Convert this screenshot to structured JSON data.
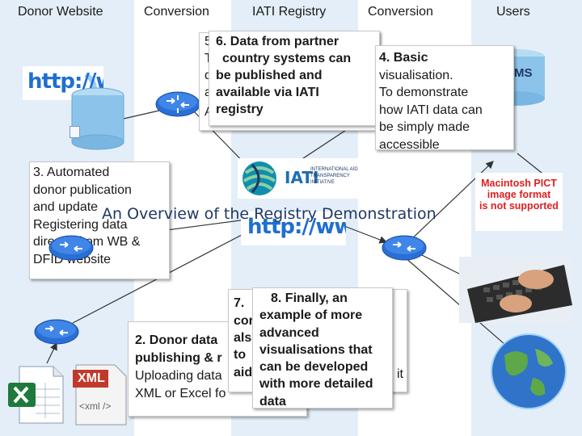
{
  "columns": [
    {
      "header": "Donor Website"
    },
    {
      "header": "Conversion"
    },
    {
      "header": "IATI Registry"
    },
    {
      "header": "Conversion"
    },
    {
      "header": "Users"
    }
  ],
  "title": "An Overview of the Registry Demonstration",
  "steps": {
    "s2": {
      "line1": "2. Donor data",
      "line2": "publishing & r",
      "line3": "Uploading data",
      "line4": "XML or Excel fo"
    },
    "s3": {
      "line1": "3. Automated",
      "line2": "donor publication",
      "line3": "and update",
      "line4": "Registering data",
      "line5": "directly from WB &",
      "line6": "DFID website"
    },
    "s4": {
      "line1": "4. Basic",
      "line2": "visualisation.",
      "line3": "To demonstrate",
      "line4": "how IATI data can",
      "line5": "be simply made",
      "line6": "accessible"
    },
    "s5": {
      "line1": "5",
      "line2": "T",
      "line3": "d",
      "line4": "a",
      "line5": "A"
    },
    "s6": {
      "line1": "6. Data from partner",
      "line2": "country systems can",
      "line3": "be published and",
      "line4": "available via IATI",
      "line5": "registry"
    },
    "s7": {
      "line1": "7.",
      "line2": "cor",
      "line3": "als",
      "line4": "to",
      "line5": "aid",
      "tail": "it"
    },
    "s8": {
      "line1": "8. Finally, an",
      "line2": "example of more",
      "line3": "advanced",
      "line4": "visualisations that",
      "line5": "can be developed",
      "line6": "with more detailed",
      "line7": "data"
    }
  },
  "logos": {
    "http1": "http://ww",
    "http2": "http://ww",
    "iati_name": "INTERNATIONAL AID TRANSPARENCY INITIATIVE",
    "iati_short": "IATI",
    "xml": "XML",
    "xml_tag": "<xml />",
    "ms_fragment": "MS",
    "pict_line1": "Macintosh PICT",
    "pict_line2": "image format",
    "pict_line3": "is not supported"
  },
  "colors": {
    "column_shade": "#e4eef8",
    "header_text": "#1a1a1a",
    "title_color": "#1f3864",
    "router_blue": "#2a6fd6",
    "http_blue": "#1f6fd0",
    "database_blue": "#8cc3ea"
  }
}
